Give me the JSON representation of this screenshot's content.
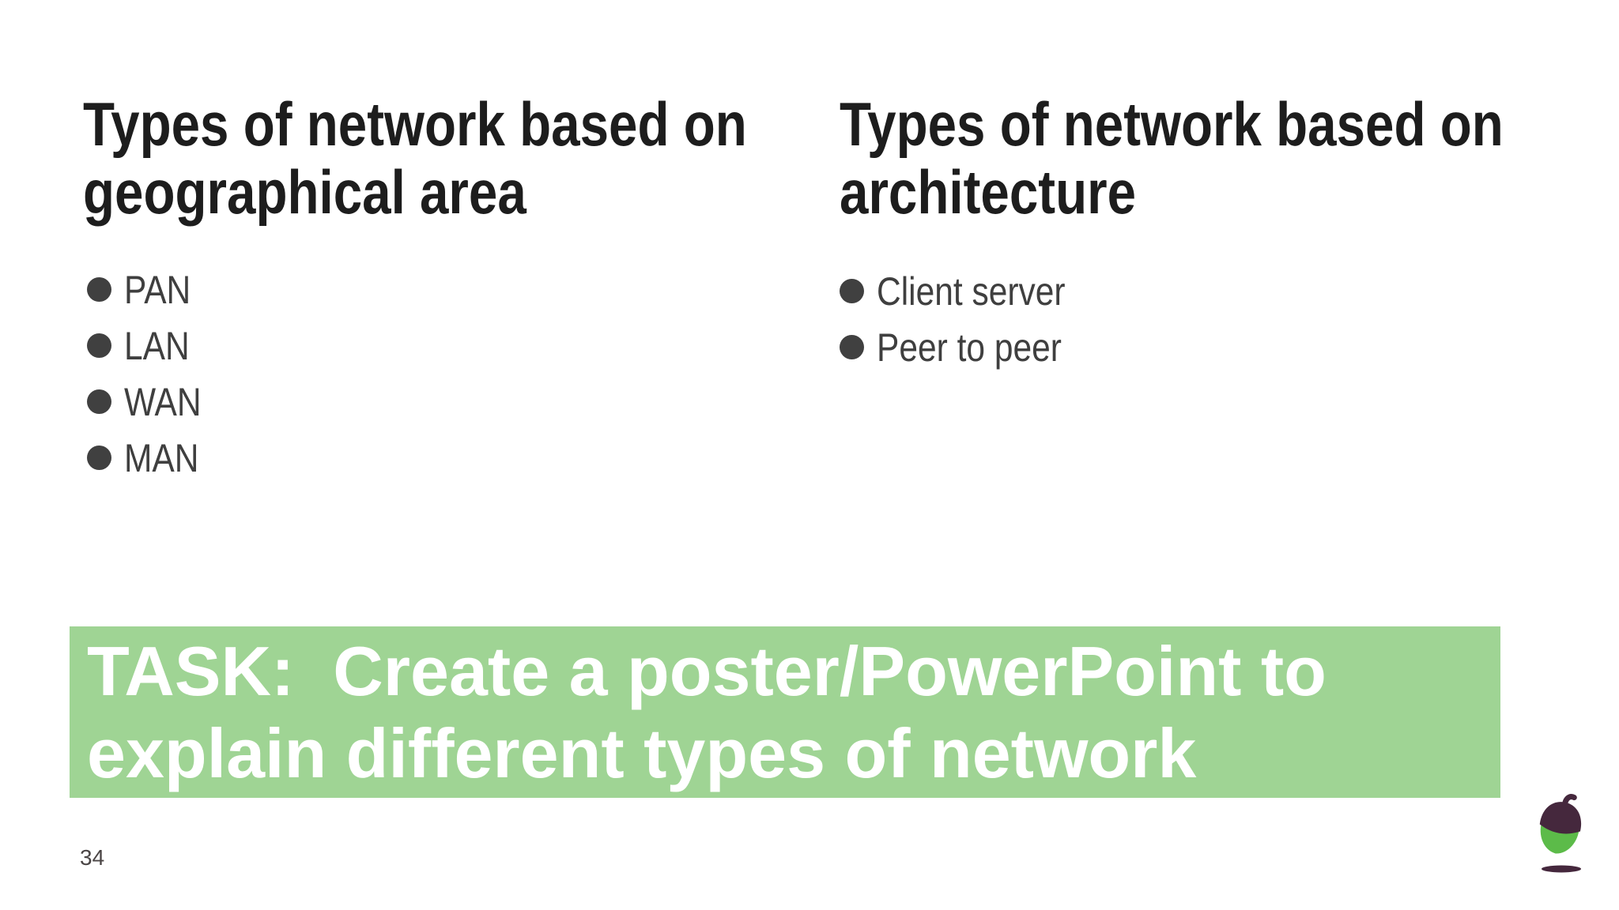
{
  "page_number": "34",
  "left_column": {
    "heading_lines": [
      "Types of network based on",
      "geographical area"
    ],
    "bullets": [
      "PAN",
      "LAN",
      "WAN",
      "MAN"
    ]
  },
  "right_column": {
    "heading_lines": [
      "Types of network based on",
      "architecture"
    ],
    "bullets": [
      "Client server",
      "Peer to peer"
    ]
  },
  "task": {
    "lines": [
      "TASK:  Create a poster/PowerPoint to",
      "explain different types of network"
    ]
  },
  "logo": {
    "icon": "oak-acorn-logo"
  },
  "colors": {
    "background": "#FFFFFF",
    "heading_text": "#1D1D1D",
    "bullet_text": "#3F3F3F",
    "bullet_marker": "#404040",
    "task_background": "#9FD494",
    "task_text": "#FFFFFF",
    "page_number_text": "#4A4545",
    "acorn_cap": "#45283D",
    "acorn_body": "#5CBB49"
  }
}
